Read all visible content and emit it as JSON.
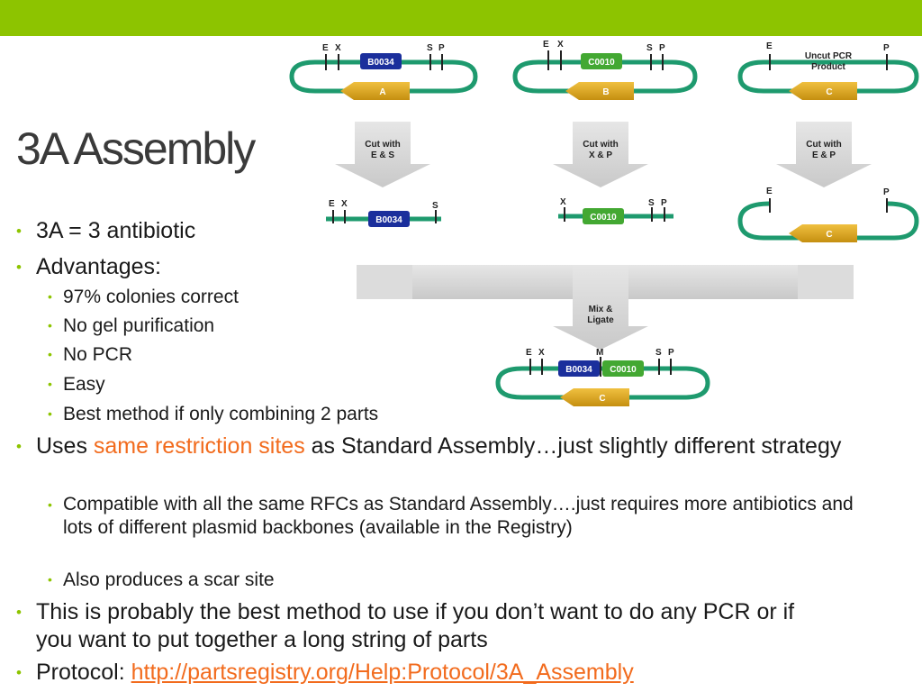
{
  "slide": {
    "title": "3A Assembly",
    "accent_color": "#8dc400",
    "highlight_color": "#f26b1d"
  },
  "bullets": {
    "b1": "3A = 3 antibiotic",
    "b2": "Advantages:",
    "b2_items": [
      "97% colonies correct",
      "No gel purification",
      "No PCR",
      "Easy",
      "Best method if only combining 2 parts"
    ],
    "b3_pre": "Uses ",
    "b3_highlight": "same restriction sites",
    "b3_post": " as Standard Assembly…just slightly different strategy",
    "b3_items": [
      "Compatible with all the same RFCs as Standard Assembly….just requires more antibiotics and lots of different plasmid backbones (available in the Registry)",
      "Also produces a scar site"
    ],
    "b4": "This is probably the best method to use if you don’t want to do any PCR or if you want to put together a long string of parts",
    "b5_label": "Protocol: ",
    "b5_link": "http://partsregistry.org/Help:Protocol/3A_Assembly"
  },
  "diagram": {
    "part_b0034": "B0034",
    "part_c0010": "C0010",
    "backbone_a": "A",
    "backbone_b": "B",
    "backbone_c": "C",
    "uncut_line1": "Uncut PCR",
    "uncut_line2": "Product",
    "site_e": "E",
    "site_x": "X",
    "site_s": "S",
    "site_p": "P",
    "site_m": "M",
    "arrow1_line1": "Cut with",
    "arrow1_line2": "E & S",
    "arrow2_line1": "Cut with",
    "arrow2_line2": "X & P",
    "arrow3_line1": "Cut with",
    "arrow3_line2": "E & P",
    "mix_line1": "Mix &",
    "mix_line2": "Ligate",
    "colors": {
      "backbone": "#1e9a6e",
      "b0034_part": "#1b2f9c",
      "c0010_part": "#43a832",
      "backbone_arrow": "#d4a21c",
      "process_arrow": "#d0d0d0"
    }
  }
}
